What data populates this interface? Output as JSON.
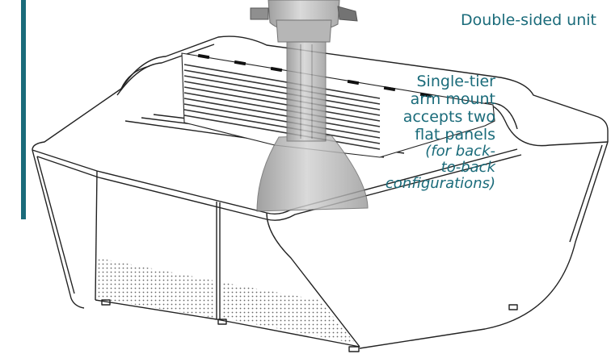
{
  "colors": {
    "accent": "#1a6b7a",
    "text": "#1a6b7a",
    "line": "#222222",
    "arm": "#b9b9b9",
    "arm_shadow": "#8f8f8f"
  },
  "captions": {
    "unit_type": "Double-sided unit",
    "arm_lines": [
      "Single-tier",
      "arm mount",
      "accepts two",
      "flat panels"
    ],
    "arm_note_lines": [
      "(for back-",
      "to-back",
      "configurations)"
    ]
  }
}
